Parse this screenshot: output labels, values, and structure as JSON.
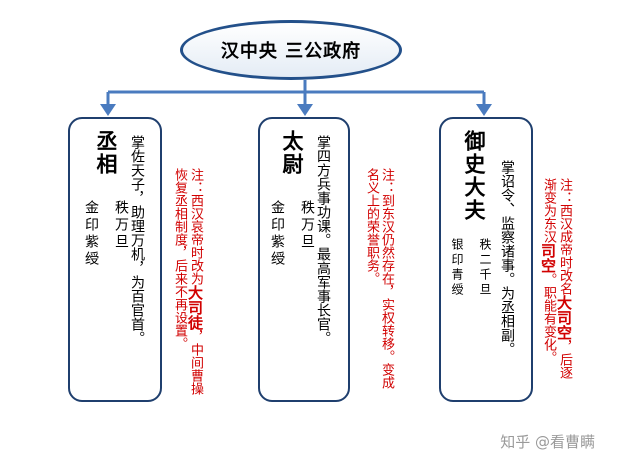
{
  "top": {
    "label": "汉中央 三公政府"
  },
  "offices": [
    {
      "title": "丞相",
      "duty": [
        "掌佐天子，助理万机，为百官首。"
      ],
      "rank": [
        "秩万旦",
        "金印紫绶"
      ],
      "note": [
        {
          "t": "注：西汉哀帝时改为"
        },
        {
          "t": "大司徒",
          "h": true
        },
        {
          "t": "，中间曹操恢复丞相制度，后来不再设置。"
        }
      ]
    },
    {
      "title": "太尉",
      "duty": [
        "掌四方兵事功课。最高军事长官。"
      ],
      "rank": [
        "秩万旦",
        "金印紫绶"
      ],
      "note": [
        {
          "t": "注：到东汉仍然存在，实权转移。变成名义上的荣誉职务。"
        }
      ]
    },
    {
      "title": "御史大夫",
      "duty": [
        "掌诏令、监察诸事。为丞相副。"
      ],
      "rank": [
        "秩二千旦",
        "银印青绶"
      ],
      "note": [
        {
          "t": "注：西汉成帝时改名"
        },
        {
          "t": "大司空",
          "h": true
        },
        {
          "t": "，后逐渐变为东汉"
        },
        {
          "t": "司空",
          "h": true
        },
        {
          "t": "。职能有变化。"
        }
      ]
    }
  ],
  "watermark": "知乎 @看曹瞒",
  "colors": {
    "connector": "#4a7bbf",
    "border": "#1f3f6e",
    "note": "#d10000"
  }
}
